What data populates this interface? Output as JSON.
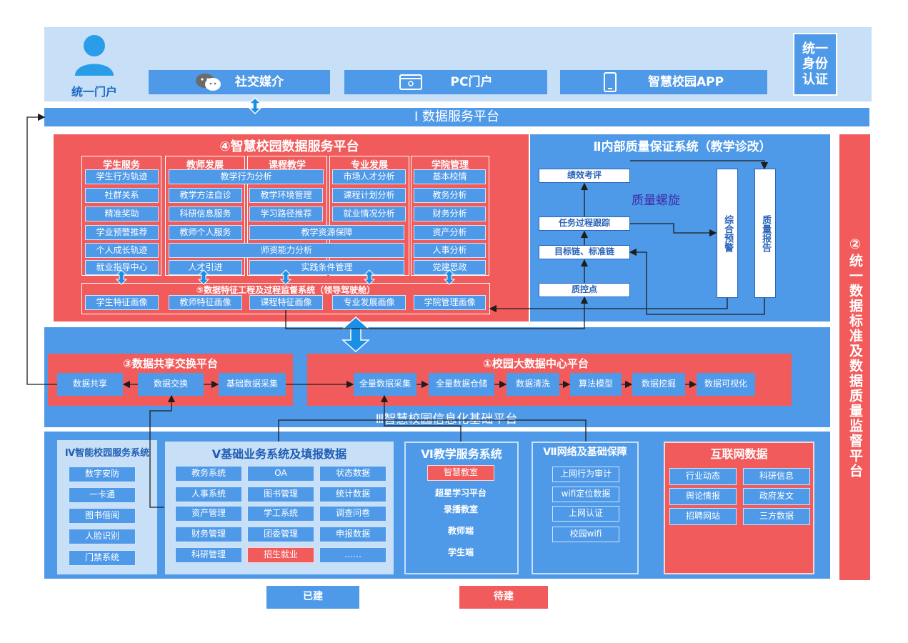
{
  "top": {
    "portal": "统一门户",
    "social": "社交媒介",
    "pc": "PC门户",
    "app": "智慧校园APP",
    "identity": "统一身份认证"
  },
  "data_service": "Ⅰ 数据服务平台",
  "p4": {
    "title": "④智慧校园数据服务平台",
    "student": {
      "title": "学生服务",
      "items": [
        "学生行为轨迹",
        "社群关系",
        "精准奖助",
        "学业预警推荐",
        "个人成长轨迹",
        "就业指导中心"
      ]
    },
    "teacher": {
      "title": "教师发展",
      "a": "教学方法自诊",
      "b": "科研信息服务",
      "c": "教师个人服务",
      "d": "人才引进"
    },
    "course": {
      "title": "课程教学",
      "a": "教学环境管理",
      "b": "学习路径推荐",
      "c": "实践条件管理"
    },
    "major": {
      "title": "专业发展",
      "a": "市场人才分析",
      "b": "课程计划分析",
      "c": "就业情况分析"
    },
    "college": {
      "title": "学院管理",
      "items": [
        "基本校情",
        "教务分析",
        "财务分析",
        "资产分析",
        "人事分析",
        "党建思政"
      ]
    },
    "span_teach_behavior": "教学行为分析",
    "span_resource": "教学资源保障",
    "span_ability": "师资能力分析",
    "p5": {
      "title": "⑤数据特征工程及过程监督系统（领导驾驶舱）",
      "items": [
        "学生特征画像",
        "教师特征画像",
        "课程特征画像",
        "专业发展画像",
        "学院管理画像"
      ]
    }
  },
  "qa": {
    "title": "Ⅱ内部质量保证系统（教学诊改）",
    "perf": "绩效考评",
    "spiral": "质量螺旋",
    "task": "任务过程跟踪",
    "target": "目标链、标准链",
    "control": "质控点",
    "warn": "综合预警",
    "report": "质量报告"
  },
  "right_bar": "②统一数据标准及数据质量监督平台",
  "p3": {
    "title": "③数据共享交换平台",
    "items": [
      "数据共享",
      "数据交换",
      "基础数据采集"
    ]
  },
  "p1": {
    "title": "①校园大数据中心平台",
    "items": [
      "全量数据采集",
      "全量数据仓储",
      "数据清洗",
      "算法模型",
      "数据挖掘",
      "数据可视化"
    ]
  },
  "base": "Ⅲ智慧校园信息化基础平台",
  "p_iv": {
    "title": "Ⅳ智能校园服务系统",
    "items": [
      "数字安防",
      "一卡通",
      "图书借阅",
      "人脸识别",
      "门禁系统"
    ]
  },
  "p_v": {
    "title": "Ⅴ基础业务系统及填报数据",
    "col1": [
      "教务系统",
      "人事系统",
      "资产管理",
      "财务管理",
      "科研管理"
    ],
    "col2": [
      "OA",
      "图书管理",
      "学工系统",
      "团委管理",
      "招生就业"
    ],
    "col3": [
      "状态数据",
      "统计数据",
      "调查问卷",
      "申报数据",
      "……"
    ]
  },
  "p_vi": {
    "title": "Ⅵ教学服务系统",
    "highlight": "智慧教室",
    "items": [
      "超星学习平台",
      "录播教室",
      "教师端",
      "学生端"
    ]
  },
  "p_vii": {
    "title": "Ⅶ网络及基础保障",
    "items": [
      "上网行为审计",
      "wifi定位数据",
      "上网认证",
      "校园wifi"
    ]
  },
  "internet": {
    "title": "互联网数据",
    "items": [
      "行业动态",
      "科研信息",
      "舆论情报",
      "政府发文",
      "招聘网站",
      "三方数据"
    ]
  },
  "legend": {
    "built": "已建",
    "pending": "待建"
  },
  "colors": {
    "blue": "#4f9ae8",
    "red": "#f25b5b",
    "light": "#cfe3fa"
  }
}
